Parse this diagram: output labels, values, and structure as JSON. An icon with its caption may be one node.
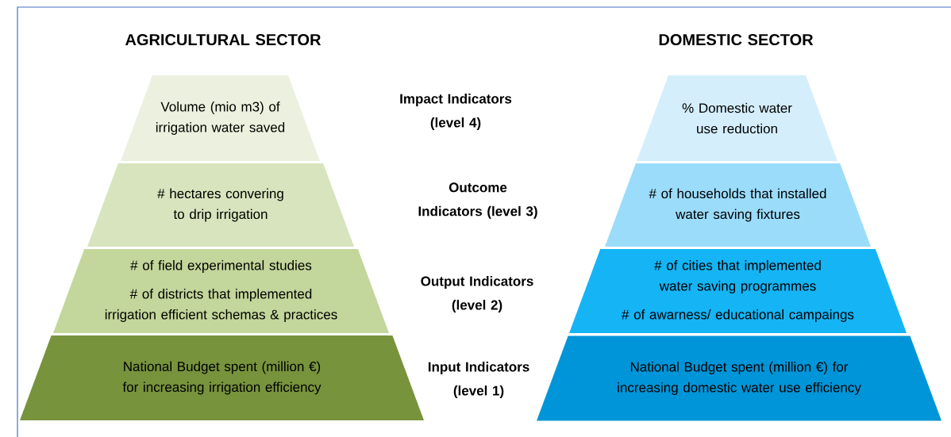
{
  "diagram": {
    "nodes": [
      {
        "text": [
          "Volume (mio m3) of irrigation water saved"
        ]
      },
      {
        "text": [
          "% Domestic water use reduction"
        ]
      },
      {
        "text": [
          "# hectares convering to drip irrigation"
        ]
      },
      {
        "text": [
          "# of households that installed water saving fixtures"
        ]
      },
      {
        "text": [
          "# of field experimental studies",
          "# of districts that implemented irrigation efficient schemas & practices"
        ]
      },
      {
        "text": [
          "# of cities that implemented water saving programmes",
          "# of awarness/ educational campaings"
        ]
      },
      {
        "text": [
          "National Budget spent (million €) for increasing irrigation efficiency"
        ]
      },
      {
        "text": [
          "National Budget spent (million €) for increasing domestic water use efficiency"
        ]
      }
    ],
    "labels": [
      "AGRICULTURAL SECTOR",
      "DOMESTIC SECTOR",
      "Impact Indicators (level 4)",
      "Outcome Indicators (level 3)",
      "Output Indicators (level 2)",
      "Input Indicators (level 1)"
    ]
  }
}
